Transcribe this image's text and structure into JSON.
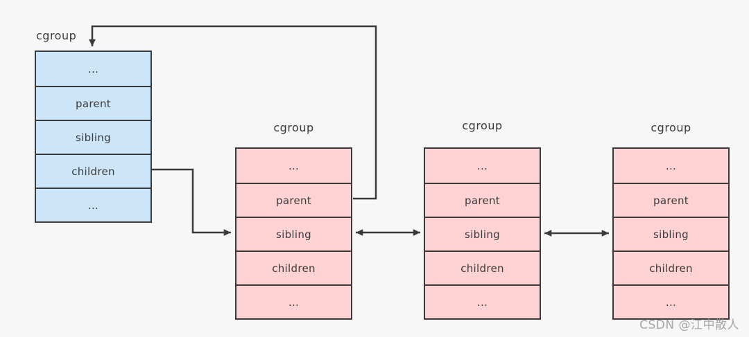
{
  "diagram": {
    "description": "cgroup linked-list structure diagram: a parent cgroup struct pointing to a doubly-linked list of child cgroup structs",
    "structs": [
      {
        "id": "root",
        "label": "cgroup",
        "variant": "blue",
        "rows": [
          "...",
          "parent",
          "sibling",
          "children",
          "..."
        ]
      },
      {
        "id": "child1",
        "label": "cgroup",
        "variant": "pink",
        "rows": [
          "...",
          "parent",
          "sibling",
          "children",
          "..."
        ]
      },
      {
        "id": "child2",
        "label": "cgroup",
        "variant": "pink",
        "rows": [
          "...",
          "parent",
          "sibling",
          "children",
          "..."
        ]
      },
      {
        "id": "child3",
        "label": "cgroup",
        "variant": "pink",
        "rows": [
          "...",
          "parent",
          "sibling",
          "children",
          "..."
        ]
      }
    ],
    "connections": [
      {
        "from": "root.children",
        "to": "child1.sibling",
        "type": "single-arrow"
      },
      {
        "from": "child1.parent",
        "to": "root.top",
        "type": "single-arrow"
      },
      {
        "from": "child1.sibling",
        "to": "child2.sibling",
        "type": "double-arrow"
      },
      {
        "from": "child2.sibling",
        "to": "child3.sibling",
        "type": "double-arrow"
      }
    ],
    "colors": {
      "background": "#f7f7f7",
      "blue_fill": "#cde5f9",
      "pink_fill": "#ffd2d3",
      "stroke": "#3a3a3a",
      "watermark_gray": "#a6a6a6"
    },
    "watermark": "CSDN @江中散人"
  }
}
